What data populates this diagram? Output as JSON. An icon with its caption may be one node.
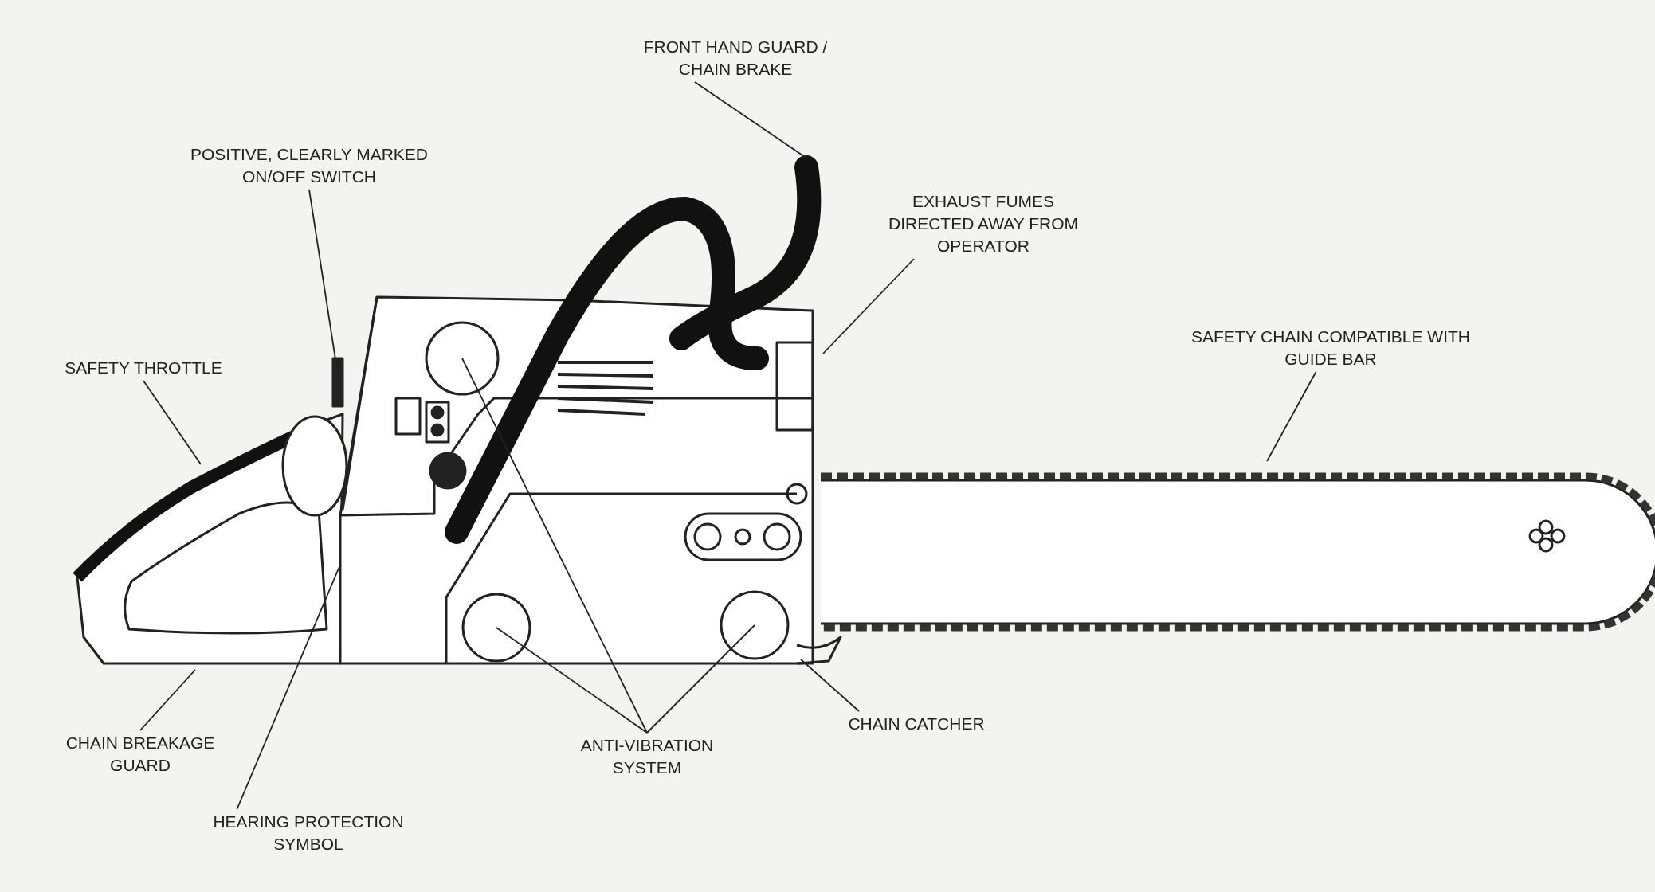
{
  "diagram": {
    "nodes": [
      {
        "text": [
          "FRONT HAND GUARD / CHAIN BRAKE"
        ]
      },
      {
        "text": [
          "POSITIVE, CLEARLY MARKED ON/OFF SWITCH"
        ]
      },
      {
        "text": [
          "EXHAUST FUMES DIRECTED AWAY FROM OPERATOR"
        ]
      },
      {
        "text": [
          "SAFETY THROTTLE"
        ]
      },
      {
        "text": [
          "SAFETY CHAIN COMPATIBLE WITH GUIDE BAR"
        ]
      },
      {
        "text": [
          "CHAIN BREAKAGE GUARD"
        ]
      },
      {
        "text": [
          "ANTI-VIBRATION SYSTEM"
        ]
      },
      {
        "text": [
          "CHAIN CATCHER"
        ]
      },
      {
        "text": [
          "HEARING PROTECTION SYMBOL"
        ]
      }
    ],
    "edges": [
      {
        "from": 0,
        "to": null,
        "arrow": "none"
      },
      {
        "from": 1,
        "to": null,
        "arrow": "none"
      },
      {
        "from": 2,
        "to": null,
        "arrow": "none"
      },
      {
        "from": 3,
        "to": null,
        "arrow": "none"
      },
      {
        "from": 4,
        "to": null,
        "arrow": "none"
      },
      {
        "from": 5,
        "to": null,
        "arrow": "none"
      },
      {
        "from": 6,
        "to": null,
        "arrow": "none"
      },
      {
        "from": 6,
        "to": null,
        "arrow": "none"
      },
      {
        "from": 6,
        "to": null,
        "arrow": "none"
      },
      {
        "from": 7,
        "to": null,
        "arrow": "none"
      },
      {
        "from": 8,
        "to": null,
        "arrow": "none"
      }
    ]
  }
}
